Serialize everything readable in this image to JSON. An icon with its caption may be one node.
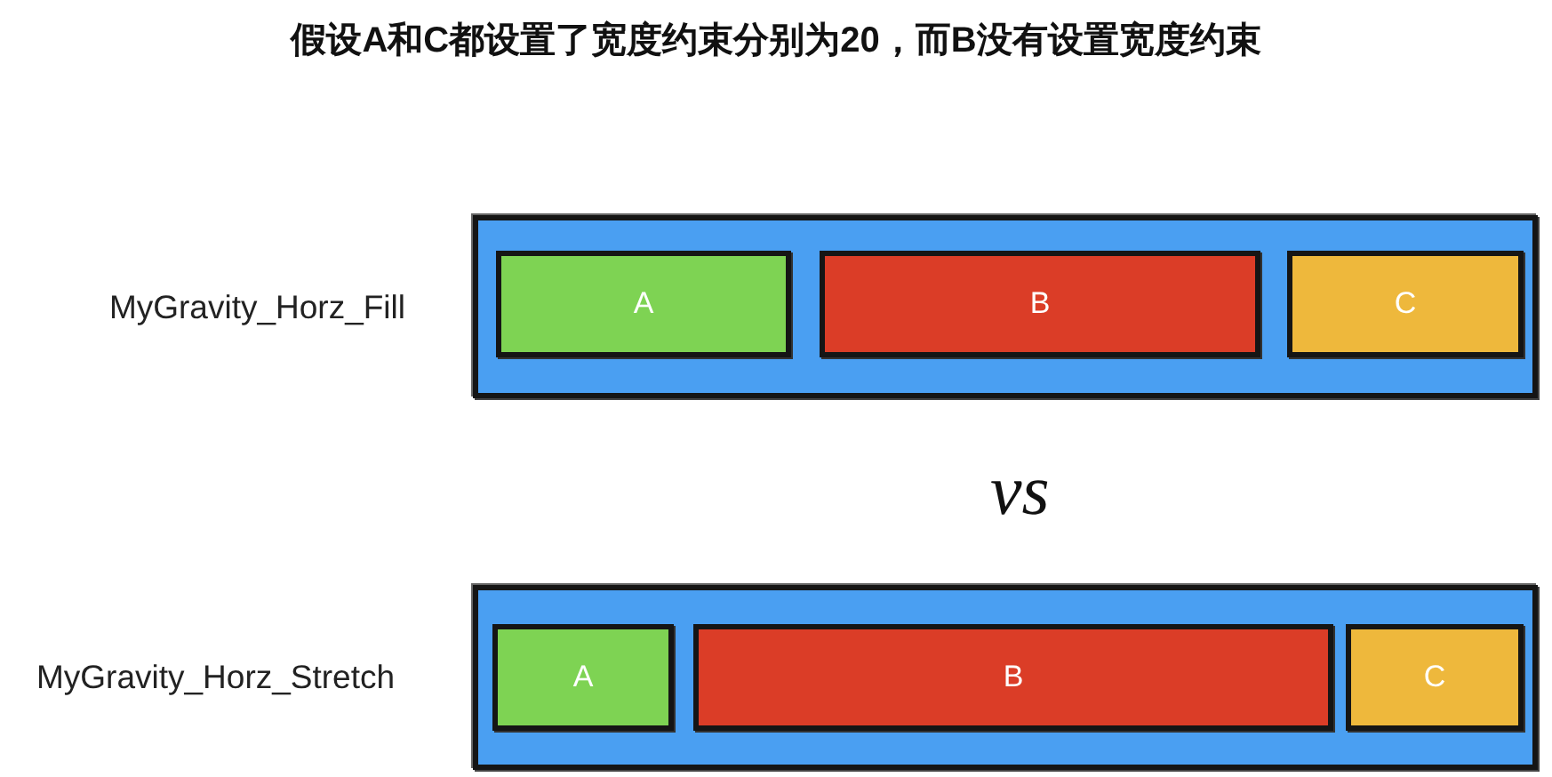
{
  "diagram": {
    "title": "假设A和C都设置了宽度约束分别为20，而B没有设置宽度约束",
    "nodes": [
      {
        "text": [
          "MyGravity_Horz_Fill"
        ]
      },
      {
        "text": [
          "A"
        ],
        "in": 0
      },
      {
        "text": [
          "B"
        ],
        "in": 0
      },
      {
        "text": [
          "C"
        ],
        "in": 0
      },
      {
        "text": [
          "MyGravity_Horz_Stretch"
        ]
      },
      {
        "text": [
          "A"
        ],
        "in": 4
      },
      {
        "text": [
          "B"
        ],
        "in": 4
      },
      {
        "text": [
          "C"
        ],
        "in": 4
      }
    ],
    "edges": [],
    "labels": [
      "vs"
    ]
  }
}
